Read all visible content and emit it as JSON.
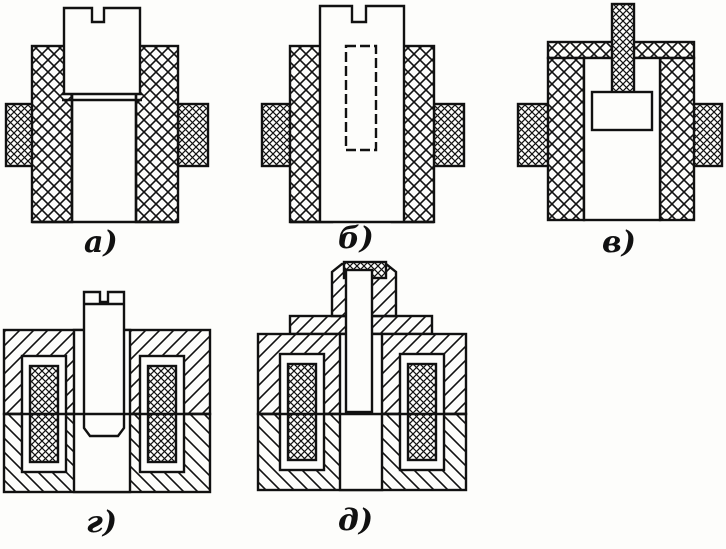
{
  "captions": {
    "a": "а)",
    "b": "б)",
    "v": "в)",
    "g": "г)",
    "d": "д)"
  },
  "colors": {
    "ink": "#111111",
    "paper": "#fdfdfb"
  }
}
